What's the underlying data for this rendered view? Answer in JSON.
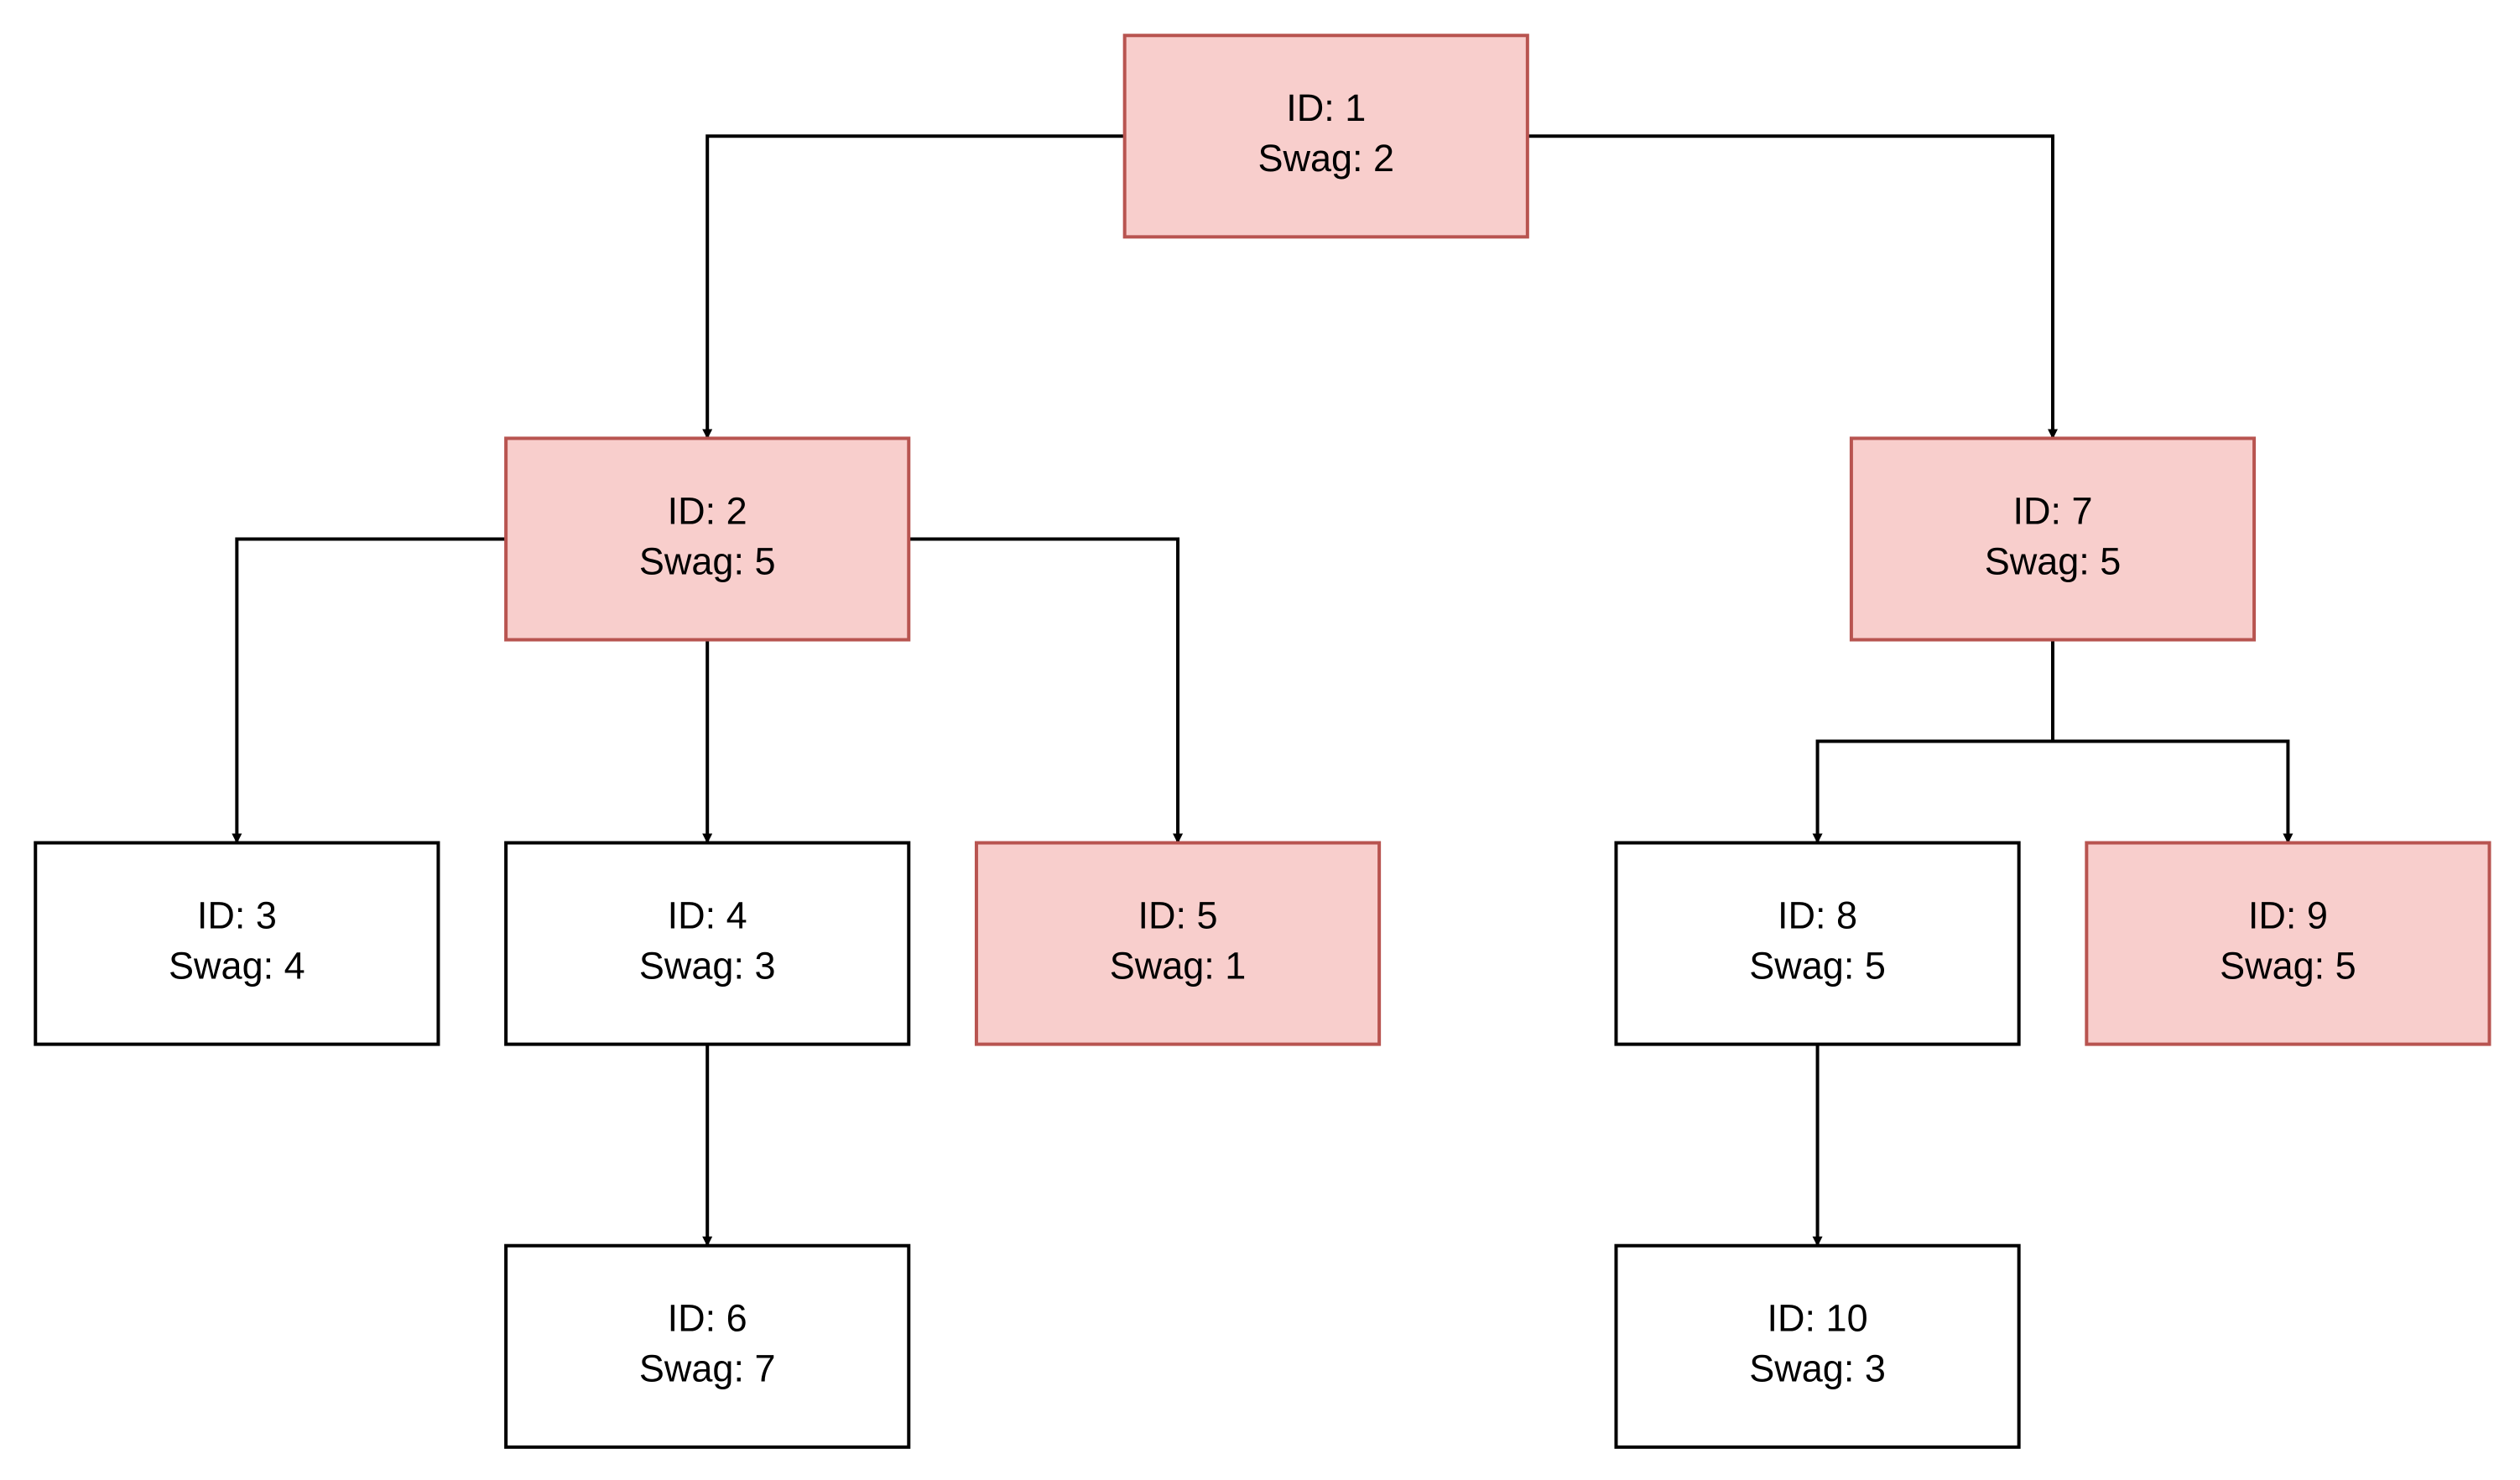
{
  "styles": {
    "highlight_fill": "#f8cecc",
    "highlight_stroke": "#b85450",
    "plain_fill": "#ffffff",
    "plain_stroke": "#000000",
    "edge_color": "#000000",
    "text_color": "#000000"
  },
  "nodes": [
    {
      "id_label": "ID: 1",
      "swag_label": "Swag: 2",
      "highlighted": true
    },
    {
      "id_label": "ID: 2",
      "swag_label": "Swag: 5",
      "highlighted": true
    },
    {
      "id_label": "ID: 7",
      "swag_label": "Swag: 5",
      "highlighted": true
    },
    {
      "id_label": "ID: 3",
      "swag_label": "Swag: 4",
      "highlighted": false
    },
    {
      "id_label": "ID: 4",
      "swag_label": "Swag: 3",
      "highlighted": false
    },
    {
      "id_label": "ID: 5",
      "swag_label": "Swag: 1",
      "highlighted": true
    },
    {
      "id_label": "ID: 8",
      "swag_label": "Swag: 5",
      "highlighted": false
    },
    {
      "id_label": "ID: 9",
      "swag_label": "Swag: 5",
      "highlighted": true
    },
    {
      "id_label": "ID: 6",
      "swag_label": "Swag: 7",
      "highlighted": false
    },
    {
      "id_label": "ID: 10",
      "swag_label": "Swag: 3",
      "highlighted": false
    }
  ],
  "edges": [
    {
      "from": "ID: 1",
      "to": "ID: 2"
    },
    {
      "from": "ID: 1",
      "to": "ID: 7"
    },
    {
      "from": "ID: 2",
      "to": "ID: 3"
    },
    {
      "from": "ID: 2",
      "to": "ID: 4"
    },
    {
      "from": "ID: 2",
      "to": "ID: 5"
    },
    {
      "from": "ID: 4",
      "to": "ID: 6"
    },
    {
      "from": "ID: 7",
      "to": "ID: 8"
    },
    {
      "from": "ID: 7",
      "to": "ID: 9"
    },
    {
      "from": "ID: 8",
      "to": "ID: 10"
    }
  ]
}
